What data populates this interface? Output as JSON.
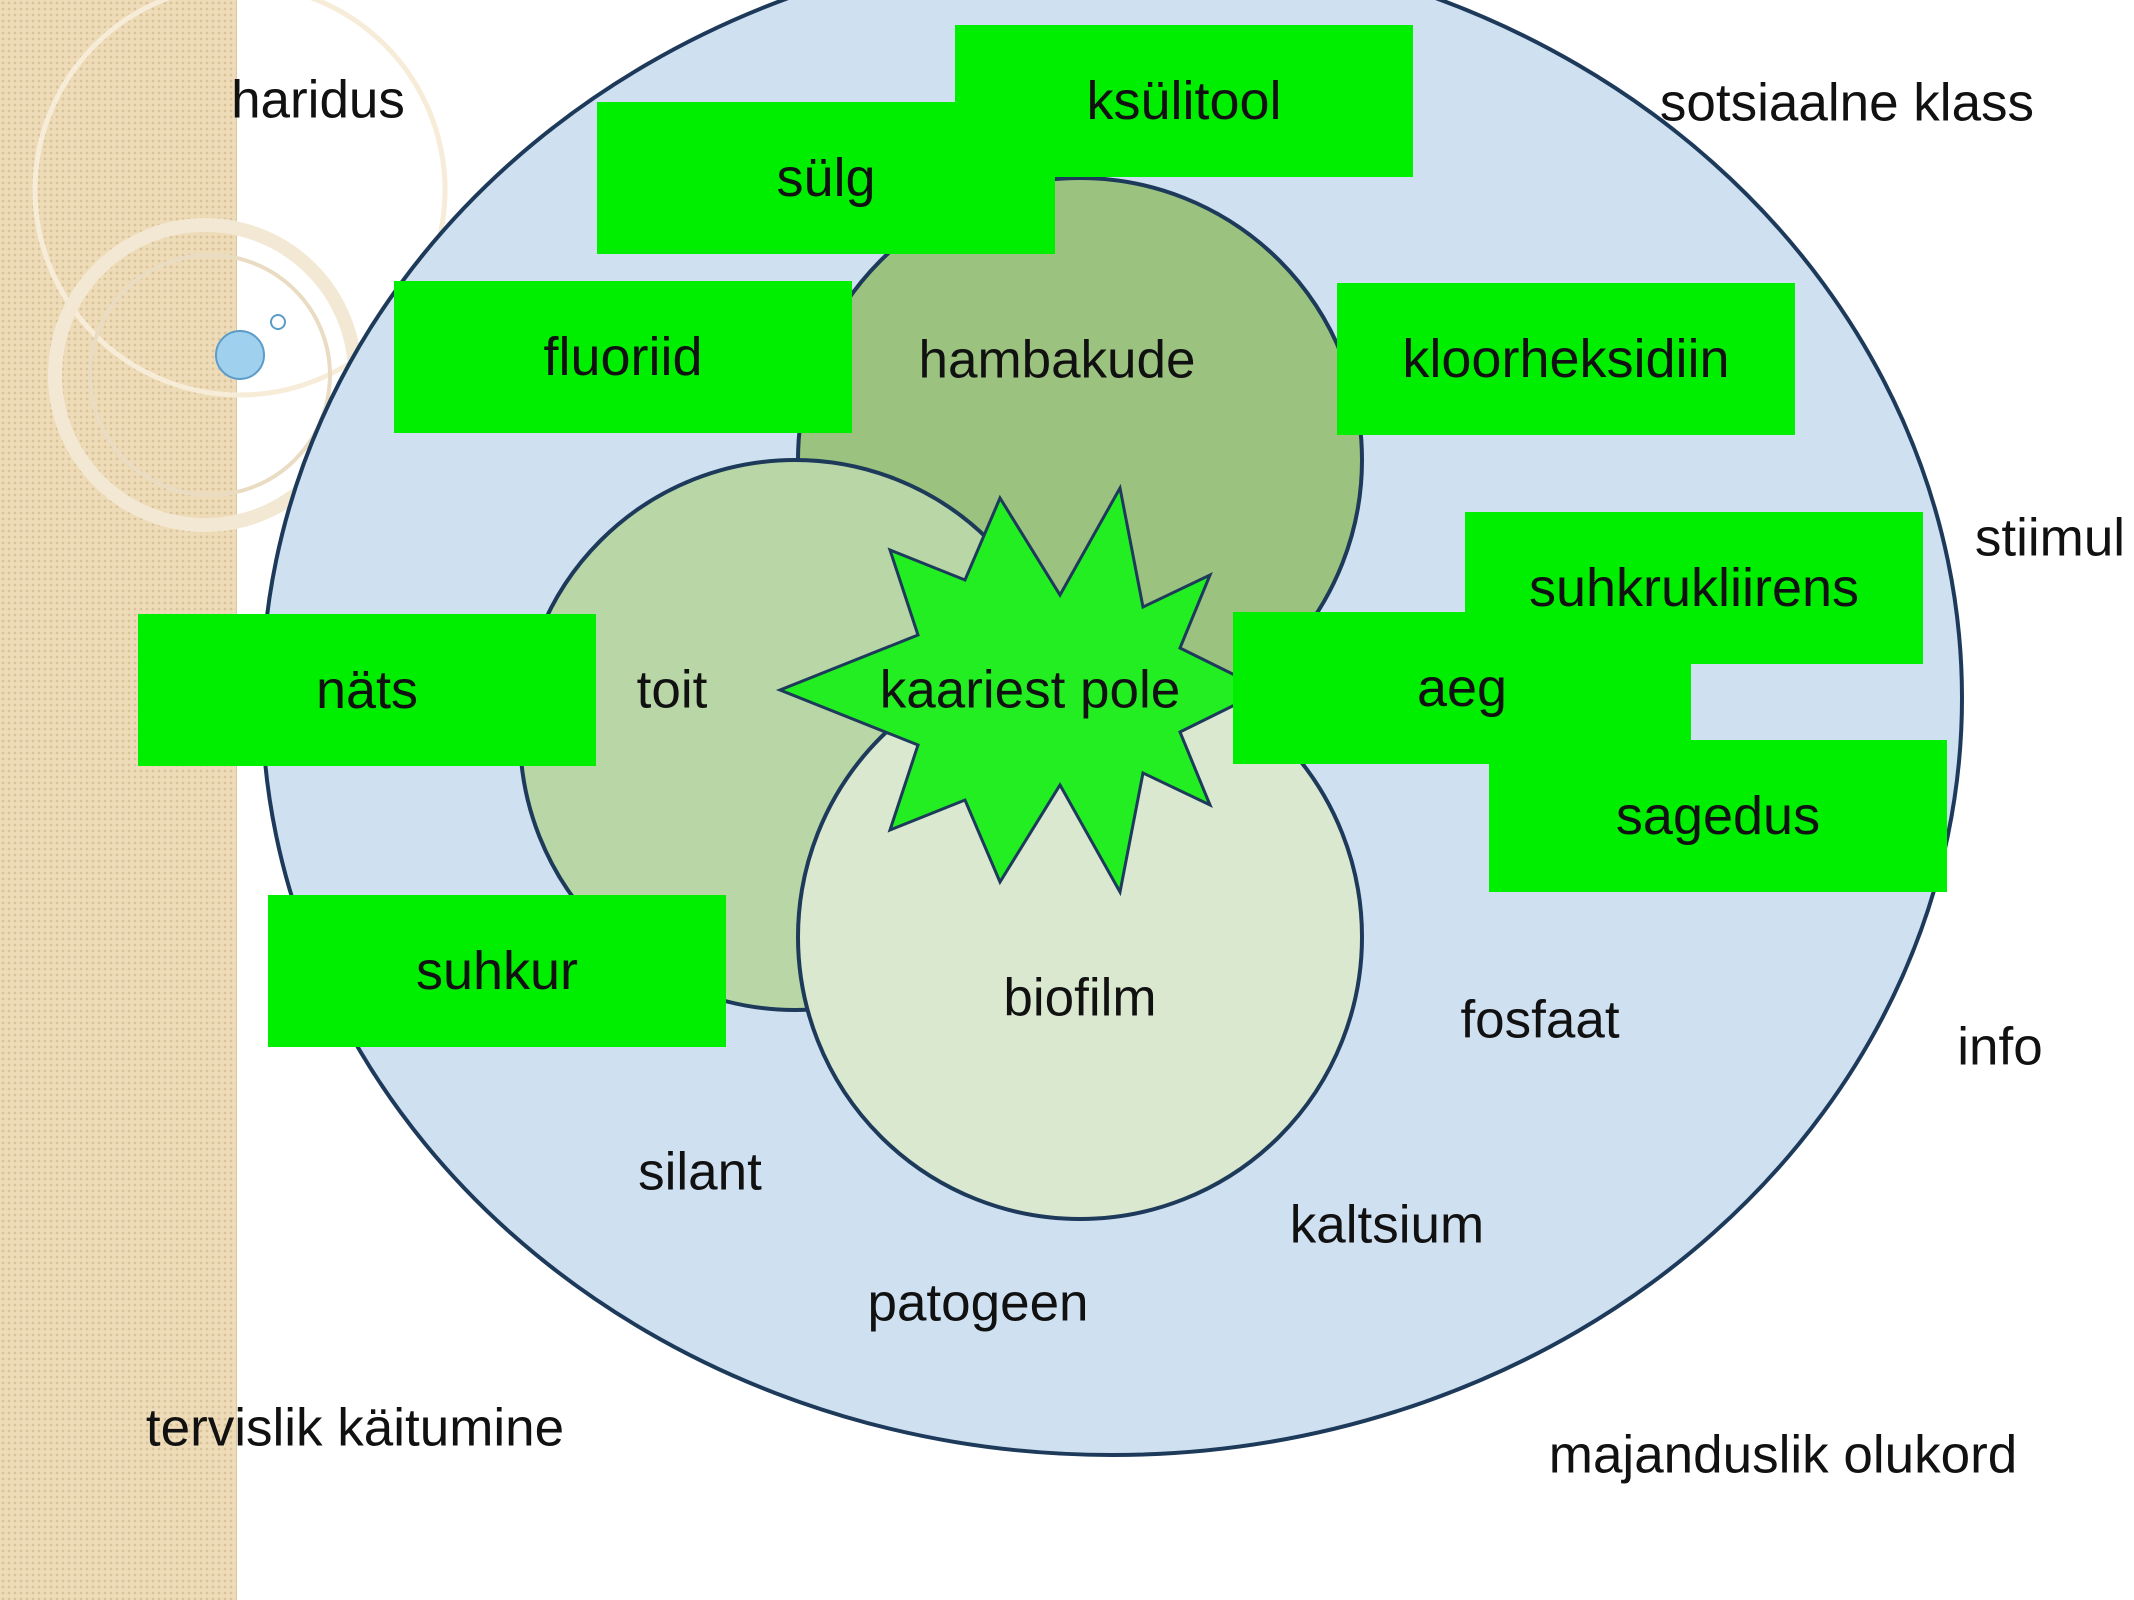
{
  "center": {
    "text": "kaariest pole"
  },
  "circles": {
    "teeth": "hambakude",
    "food": "toit",
    "biofilm": "biofilm"
  },
  "outer_labels": {
    "education": "haridus",
    "social_class": "sotsiaalne klass",
    "stimulus": "stiimul",
    "info": "info",
    "healthy_behaviour": "tervislik käitumine",
    "economic_situation": "majanduslik olukord"
  },
  "ring_labels": {
    "phosphate": "fosfaat",
    "sealant": "silant",
    "calcium": "kaltsium",
    "pathogen": "patogeen"
  },
  "green_boxes": {
    "xylitol": "ksülitool",
    "saliva": "sülg",
    "fluorides": "fluoriid",
    "chlorhexidine": "kloorheksidiin",
    "sugar_clearance": "suhkrukliirens",
    "time": "aeg",
    "frequency": "sagedus",
    "gum": "näts",
    "sugar": "suhkur"
  },
  "colors": {
    "outer_ring": "#cfe0f1",
    "teeth_circle": "#9bc27e",
    "food_circle": "#b8d6a6",
    "biofilm_circle": "#dae8cf",
    "star": "#22ee22",
    "box": "#00ee00",
    "stroke": "#1d3a5a",
    "sidebar": "#eedcb8"
  }
}
